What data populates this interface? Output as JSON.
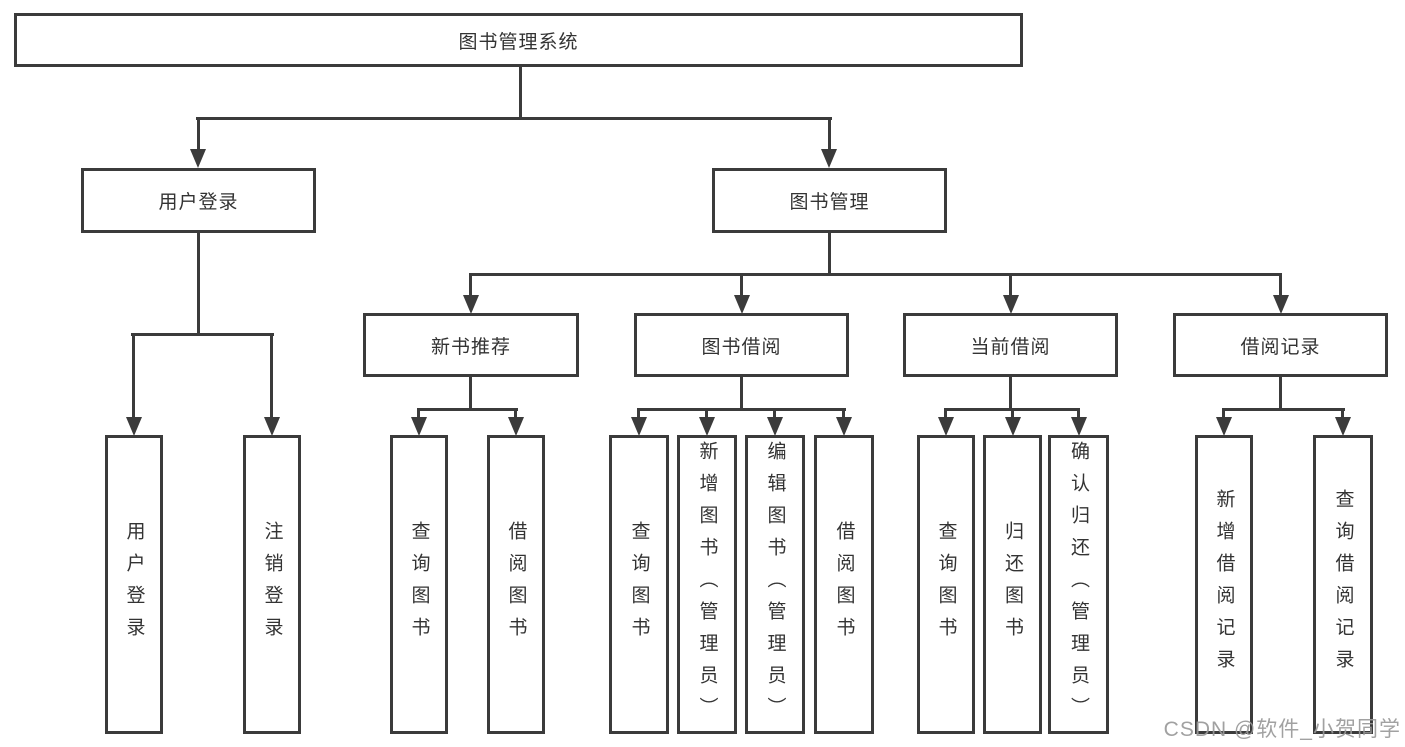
{
  "diagram_title": "图书管理系统",
  "tree": {
    "root": "图书管理系统",
    "children": [
      {
        "label": "用户登录",
        "children": [
          "用户登录",
          "注销登录"
        ]
      },
      {
        "label": "图书管理",
        "children": [
          {
            "label": "新书推荐",
            "children": [
              "查询图书",
              "借阅图书"
            ]
          },
          {
            "label": "图书借阅",
            "children": [
              "查询图书",
              "新增图书（管理员）",
              "编辑图书（管理员）",
              "借阅图书"
            ]
          },
          {
            "label": "当前借阅",
            "children": [
              "查询图书",
              "归还图书",
              "确认归还（管理员）"
            ]
          },
          {
            "label": "借阅记录",
            "children": [
              "新增借阅记录",
              "查询借阅记录"
            ]
          }
        ]
      }
    ]
  },
  "watermark": "CSDN @软件_小贺同学",
  "colors": {
    "line": "#3b3b3b",
    "text": "#333333",
    "watermark": "#9a9a9a",
    "background": "#ffffff"
  }
}
